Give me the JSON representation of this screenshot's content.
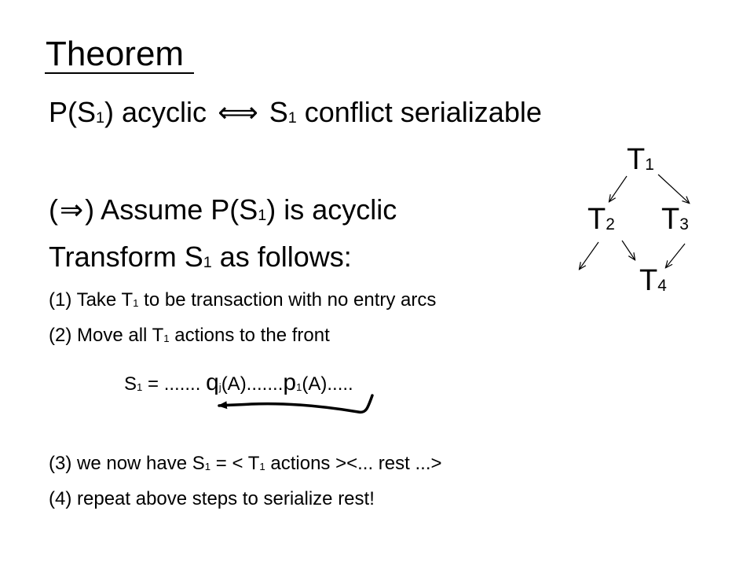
{
  "slide": {
    "title": "Theorem",
    "claim": {
      "p": "P(S",
      "p_sub": "1",
      "mid": ") acyclic",
      "iff": "⟺",
      "s": "S",
      "s_sub": "1",
      "rest": "conflict serializable"
    },
    "assume": {
      "open": "(",
      "arrow": "⇒",
      "text": ") Assume P(S",
      "sub": "1",
      "tail": ") is acyclic"
    },
    "transform": {
      "pre": "Transform S",
      "sub": "1",
      "post": "as follows:"
    },
    "step1": {
      "pre": "(1) Take T",
      "sub": "1",
      "post": "to be transaction with no entry arcs"
    },
    "step2": {
      "pre": "(2) Move all T",
      "sub": "1",
      "post": "actions to the front"
    },
    "formula": {
      "s": "S",
      "s_sub": "1",
      "eq": "= .......",
      "q": "q",
      "q_sub": "j",
      "mid": "(A).......",
      "p": "p",
      "p_sub": "1",
      "tail": "(A)....."
    },
    "step3": {
      "pre": "(3) we now have S",
      "s_sub": "1",
      "mid": "= < T",
      "t_sub": "1",
      "post": "actions ><... rest ...>"
    },
    "step4": "(4) repeat above steps to serialize rest!"
  },
  "graph": {
    "nodes": [
      {
        "label": "T",
        "sub": "1"
      },
      {
        "label": "T",
        "sub": "2"
      },
      {
        "label": "T",
        "sub": "3"
      },
      {
        "label": "T",
        "sub": "4"
      }
    ]
  }
}
